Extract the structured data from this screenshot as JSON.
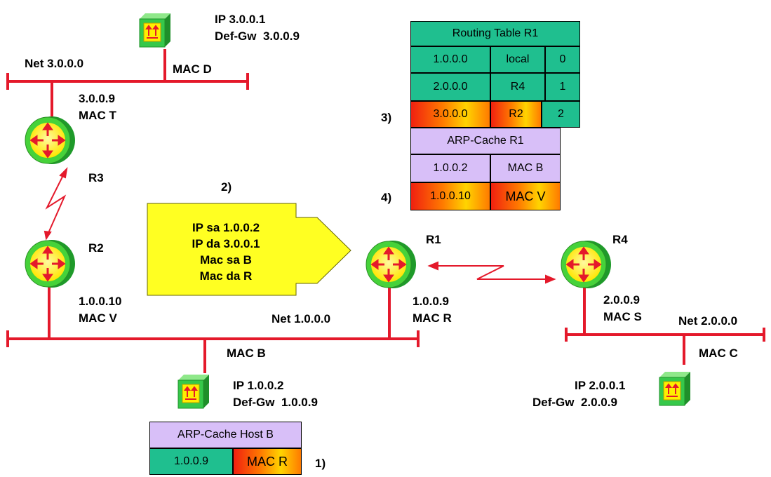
{
  "colors": {
    "link": "#e4192b",
    "router_fill": "#ffee00",
    "router_ring": "#3fc93a",
    "host_fill": "#36c84a",
    "table_teal": "#1fbf8f",
    "table_lilac": "#d8bff8",
    "callout": "#ffff22"
  },
  "networks": {
    "net3": "Net 3.0.0.0",
    "net1": "Net 1.0.0.0",
    "net2": "Net 2.0.0.0"
  },
  "routers": {
    "r1": {
      "name": "R1",
      "ip": "1.0.0.9",
      "mac": "MAC R"
    },
    "r2": {
      "name": "R2",
      "ip": "1.0.0.10",
      "mac": "MAC V"
    },
    "r3": {
      "name": "R3",
      "ip": "3.0.0.9",
      "mac": "MAC T"
    },
    "r4": {
      "name": "R4",
      "ip": "2.0.0.9",
      "mac": "MAC S"
    }
  },
  "hosts": {
    "d": {
      "mac": "MAC D",
      "ip": "IP 3.0.0.1",
      "gw": "Def-Gw  3.0.0.9"
    },
    "b": {
      "mac": "MAC B",
      "ip": "IP 1.0.0.2",
      "gw": "Def-Gw  1.0.0.9"
    },
    "c": {
      "mac": "MAC C",
      "ip": "IP 2.0.0.1",
      "gw": "Def-Gw  2.0.0.9"
    }
  },
  "steps": {
    "s1": "1)",
    "s2": "2)",
    "s3": "3)",
    "s4": "4)"
  },
  "packet": {
    "line1": "IP sa 1.0.0.2",
    "line2": "IP da 3.0.0.1",
    "line3": "Mac sa B",
    "line4": "Mac da R"
  },
  "routing_table": {
    "title": "Routing Table R1",
    "rows": [
      [
        "1.0.0.0",
        "local",
        "0"
      ],
      [
        "2.0.0.0",
        "R4",
        "1"
      ],
      [
        "3.0.0.0",
        "R2",
        "2"
      ]
    ]
  },
  "arp_r1": {
    "title": "ARP-Cache R1",
    "rows": [
      [
        "1.0.0.2",
        "MAC B"
      ],
      [
        "1.0.0.10",
        "MAC V"
      ]
    ]
  },
  "arp_host_b": {
    "title": "ARP-Cache Host B",
    "rows": [
      [
        "1.0.0.9",
        "MAC R"
      ]
    ]
  }
}
